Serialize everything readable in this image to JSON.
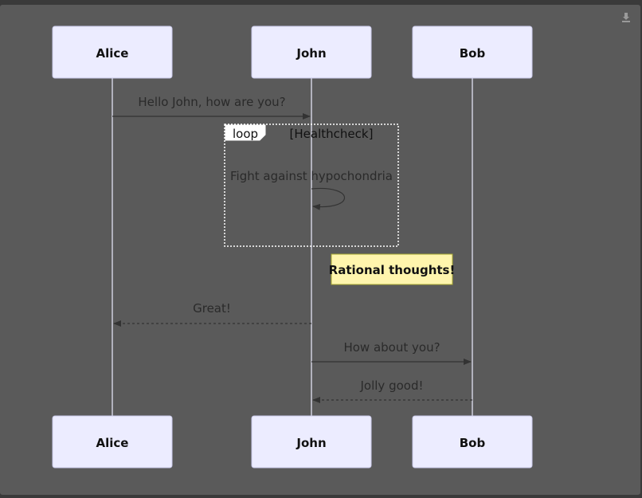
{
  "actors": [
    {
      "name": "Alice"
    },
    {
      "name": "John"
    },
    {
      "name": "Bob"
    }
  ],
  "messages": [
    {
      "text": "Hello John, how are you?",
      "from": "Alice",
      "to": "John",
      "style": "solid"
    },
    {
      "text": "Fight against hypochondria",
      "from": "John",
      "to": "John",
      "style": "solid"
    },
    {
      "text": "Great!",
      "from": "John",
      "to": "Alice",
      "style": "dashed"
    },
    {
      "text": "How about you?",
      "from": "John",
      "to": "Bob",
      "style": "solid"
    },
    {
      "text": "Jolly good!",
      "from": "Bob",
      "to": "John",
      "style": "dashed"
    }
  ],
  "loop": {
    "label": "loop",
    "condition": "[Healthcheck]"
  },
  "note": {
    "text": "Rational thoughts!"
  },
  "colors": {
    "actor_fill": "#ececff",
    "note_fill": "#fff5ad",
    "background": "#5a5a5a"
  },
  "icons": {
    "download": "download-icon"
  }
}
